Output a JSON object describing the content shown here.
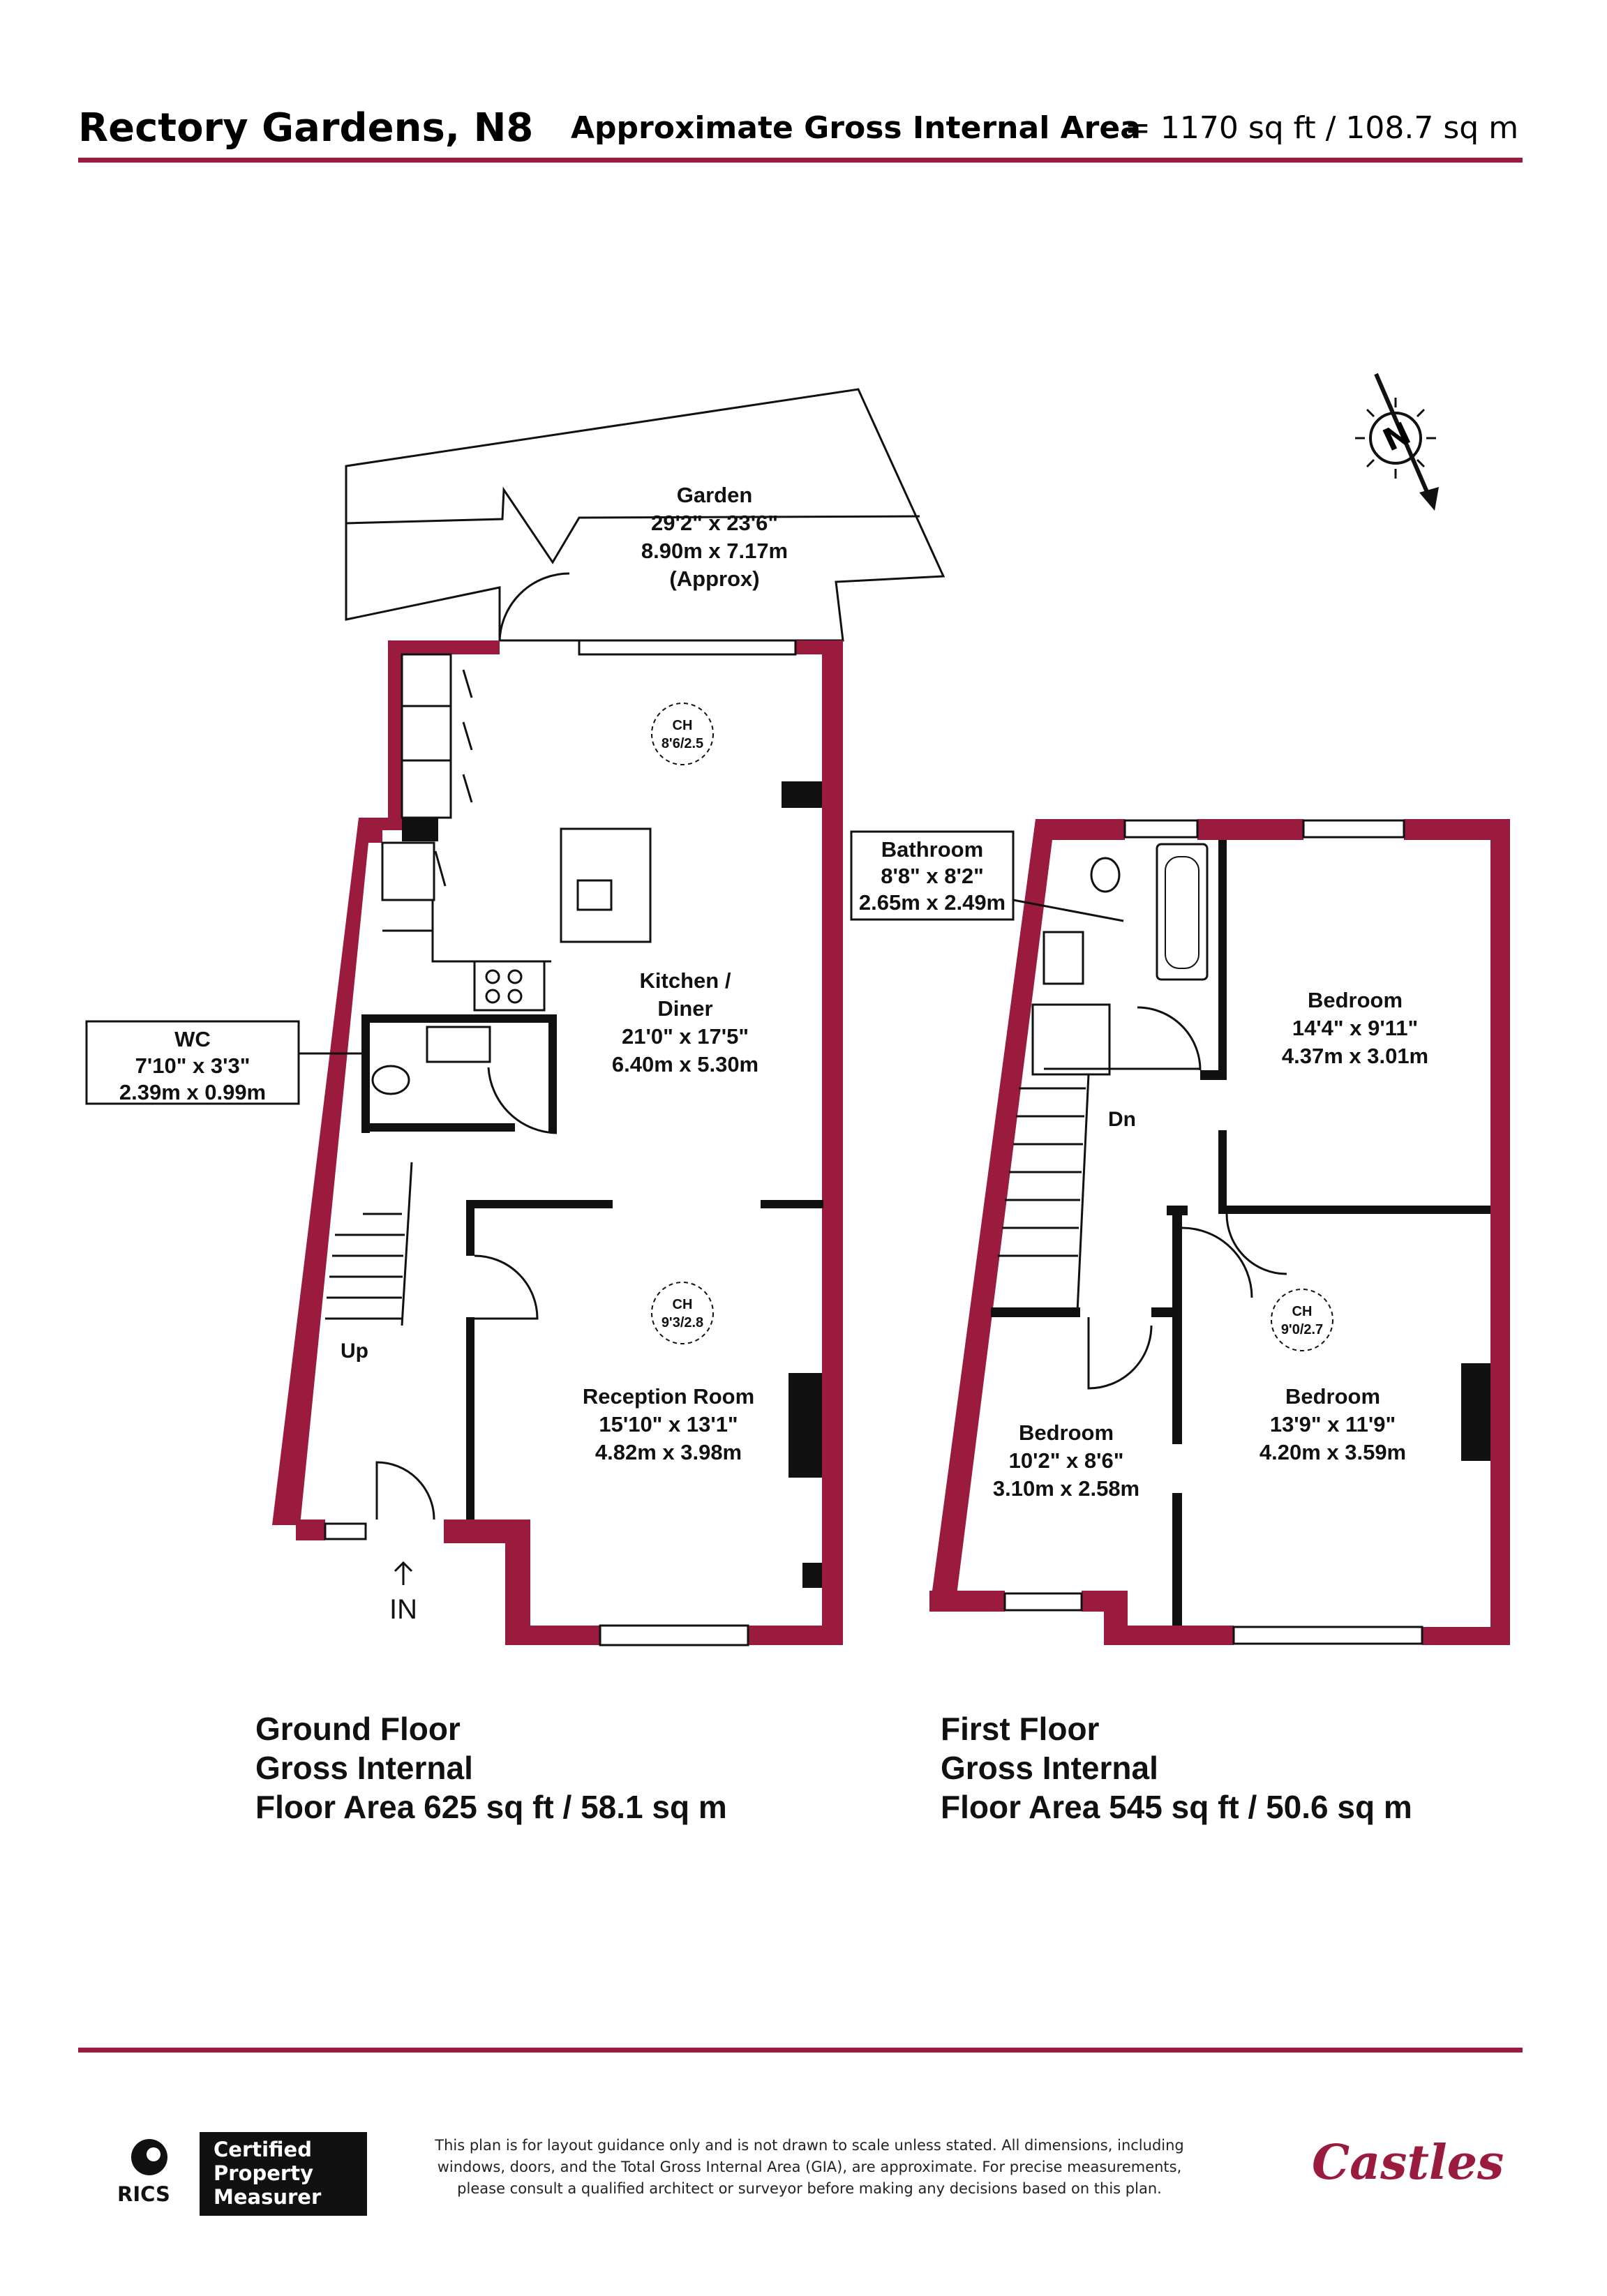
{
  "header": {
    "address": "Rectory Gardens, N8",
    "gia_label": "Approximate Gross Internal Area",
    "gia_value": "= 1170 sq ft / 108.7 sq m"
  },
  "colors": {
    "wall": "#9b1b3e",
    "line": "#111111",
    "accent": "#9b1b3e"
  },
  "compass": {
    "letter": "N",
    "icon": "north-compass-icon"
  },
  "garden": {
    "name": "Garden",
    "dim_imperial": "29'2\" x 23'6\"",
    "dim_metric": "8.90m x 7.17m",
    "note": "(Approx)"
  },
  "ground_floor": {
    "kitchen": {
      "line1": "Kitchen /",
      "line2": "Diner",
      "dim_imperial": "21'0\" x 17'5\"",
      "dim_metric": "6.40m x 5.30m",
      "ch_label": "CH",
      "ch_value": "8'6/2.5"
    },
    "wc": {
      "name": "WC",
      "dim_imperial": "7'10\" x 3'3\"",
      "dim_metric": "2.39m x 0.99m"
    },
    "reception": {
      "name": "Reception Room",
      "dim_imperial": "15'10\" x 13'1\"",
      "dim_metric": "4.82m x 3.98m",
      "ch_label": "CH",
      "ch_value": "9'3/2.8"
    },
    "stairs_label": "Up",
    "entrance_label": "IN",
    "footer_line1": "Ground Floor",
    "footer_line2": "Gross Internal",
    "footer_line3": "Floor Area 625 sq ft / 58.1 sq m"
  },
  "first_floor": {
    "bathroom": {
      "name": "Bathroom",
      "dim_imperial": "8'8\" x 8'2\"",
      "dim_metric": "2.65m x 2.49m"
    },
    "bedroom_rear": {
      "name": "Bedroom",
      "dim_imperial": "14'4\" x 9'11\"",
      "dim_metric": "4.37m x 3.01m"
    },
    "bedroom_front": {
      "name": "Bedroom",
      "dim_imperial": "13'9\" x 11'9\"",
      "dim_metric": "4.20m x 3.59m",
      "ch_label": "CH",
      "ch_value": "9'0/2.7"
    },
    "bedroom_small": {
      "name": "Bedroom",
      "dim_imperial": "10'2\" x 8'6\"",
      "dim_metric": "3.10m x 2.58m"
    },
    "stairs_label": "Dn",
    "footer_line1": "First Floor",
    "footer_line2": "Gross Internal",
    "footer_line3": "Floor Area 545 sq ft / 50.6 sq m"
  },
  "footer": {
    "badge_line1": "Certified",
    "badge_line2": "Property",
    "badge_line3": "Measurer",
    "rics": "RICS",
    "disclaimer_line1": "This plan is for layout guidance only and is not drawn to scale unless stated. All dimensions, including",
    "disclaimer_line2": "windows, doors, and the Total Gross Internal Area (GIA), are approximate. For precise measurements,",
    "disclaimer_line3": "please consult a qualified architect or surveyor before making any decisions based on this plan.",
    "brand": "Castles"
  }
}
